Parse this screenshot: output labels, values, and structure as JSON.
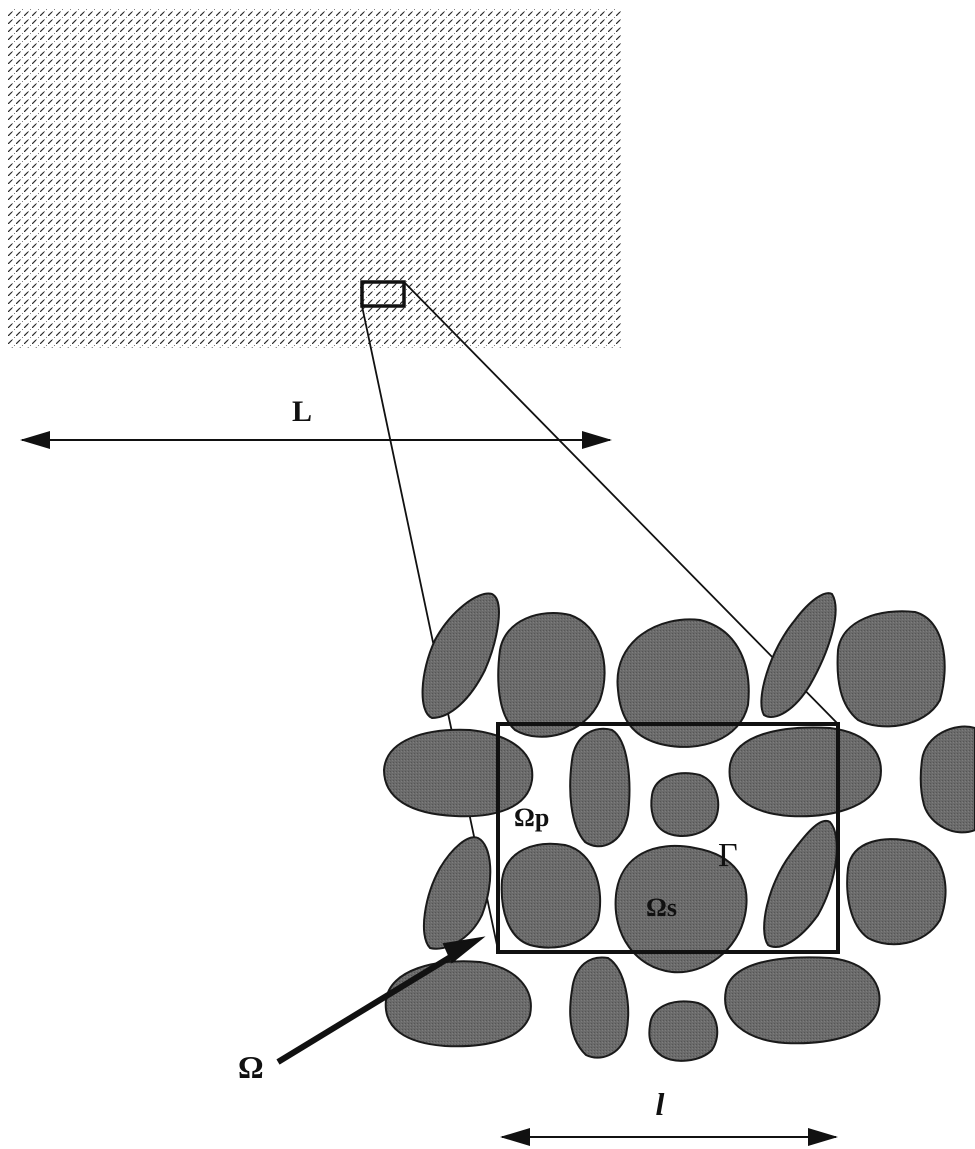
{
  "labels": {
    "macro_length": "L",
    "cell_length": "l",
    "domain": "Ω",
    "pore_domain": "Ωp",
    "solid_domain": "Ωs",
    "interface": "Γ"
  },
  "colors": {
    "grain_fill": "#6b6b6b",
    "line": "#111111",
    "texture_dot": "#222222"
  }
}
